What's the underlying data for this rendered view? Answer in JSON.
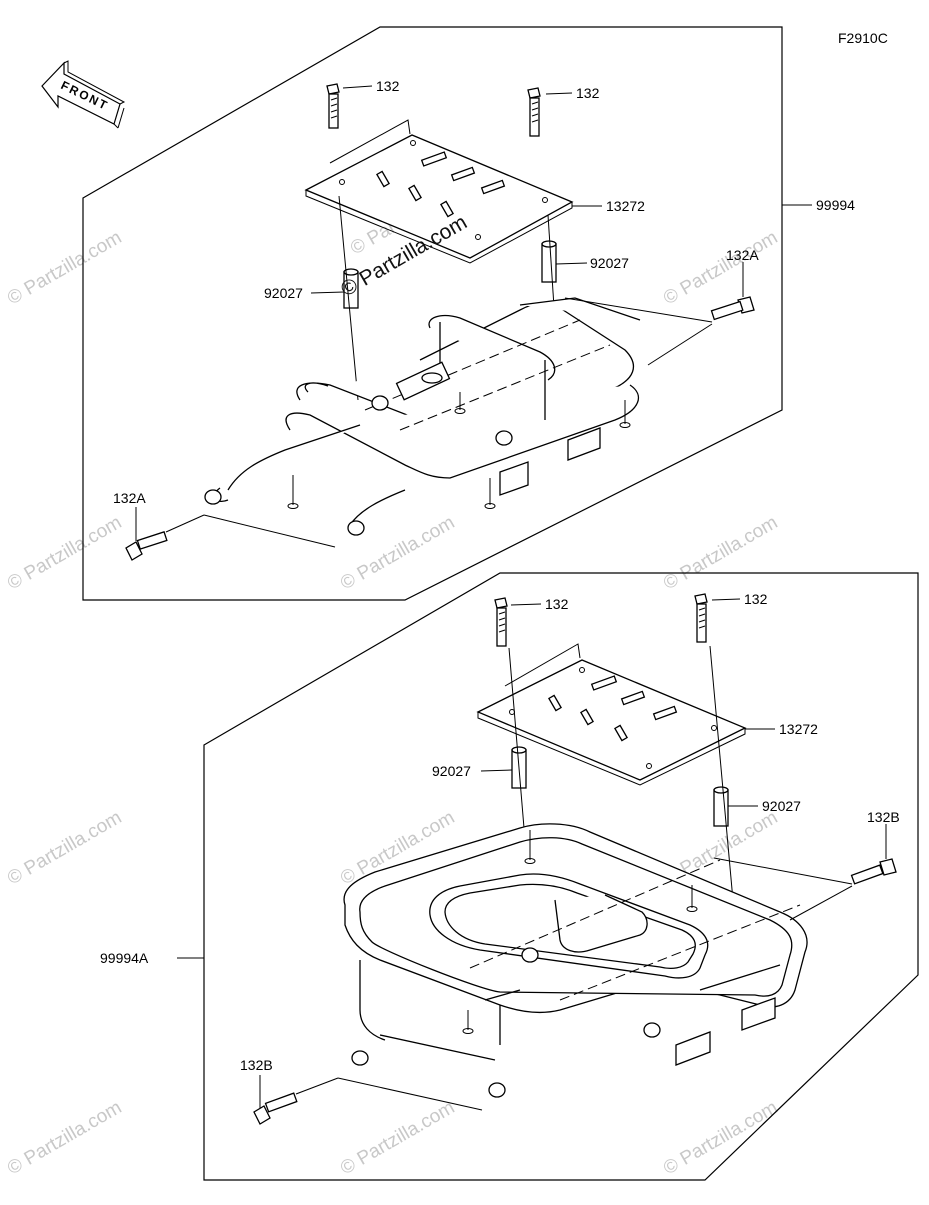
{
  "diagram": {
    "figure_code": "F2910C",
    "front_label": "FRONT",
    "watermark_center": "© Partzilla.com",
    "watermark_text": "© Partzilla.com",
    "upper_assembly": {
      "labels": {
        "bolt_left": "132",
        "bolt_right": "132",
        "plate": "13272",
        "assembly": "99994",
        "collar_right": "92027",
        "collar_left": "92027",
        "side_bolt_right": "132A",
        "side_bolt_left": "132A"
      }
    },
    "lower_assembly": {
      "labels": {
        "bolt_left": "132",
        "bolt_right": "132",
        "plate": "13272",
        "assembly": "99994A",
        "collar_left": "92027",
        "collar_right": "92027",
        "side_bolt_right": "132B",
        "side_bolt_left": "132B"
      }
    }
  }
}
